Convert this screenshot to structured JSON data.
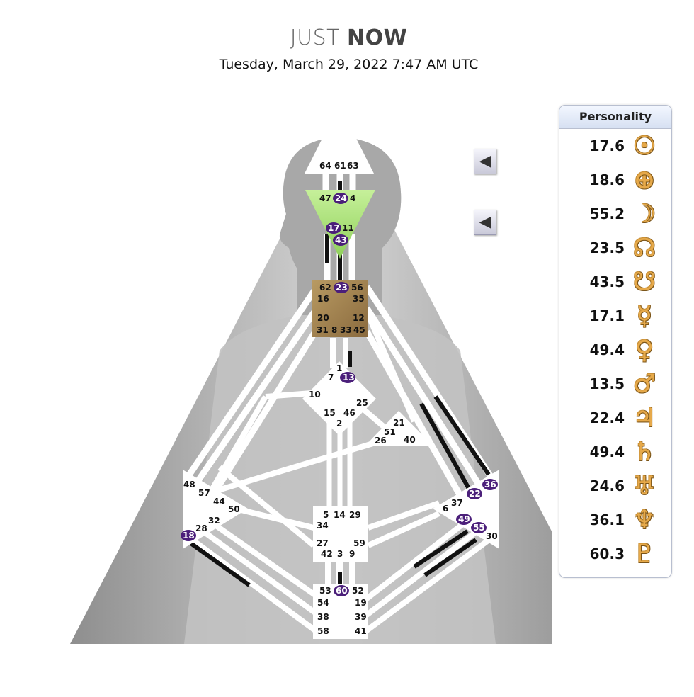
{
  "header": {
    "title_light": "JUST",
    "title_bold": "NOW",
    "datetime": "Tuesday, March 29, 2022 7:47 AM UTC"
  },
  "panel": {
    "title": "Personality",
    "rows": [
      {
        "value": "17.6",
        "planet": "Sun",
        "icon": "sun-icon",
        "glyph": "☉"
      },
      {
        "value": "18.6",
        "planet": "Earth",
        "icon": "earth-icon",
        "glyph": "⊕"
      },
      {
        "value": "55.2",
        "planet": "Moon",
        "icon": "moon-icon",
        "glyph": "☽"
      },
      {
        "value": "23.5",
        "planet": "North Node",
        "icon": "north-node-icon",
        "glyph": "☊"
      },
      {
        "value": "43.5",
        "planet": "South Node",
        "icon": "south-node-icon",
        "glyph": "☋"
      },
      {
        "value": "17.1",
        "planet": "Mercury",
        "icon": "mercury-icon",
        "glyph": "☿"
      },
      {
        "value": "49.4",
        "planet": "Venus",
        "icon": "venus-icon",
        "glyph": "♀"
      },
      {
        "value": "13.5",
        "planet": "Mars",
        "icon": "mars-icon",
        "glyph": "♂"
      },
      {
        "value": "22.4",
        "planet": "Jupiter",
        "icon": "jupiter-icon",
        "glyph": "♃"
      },
      {
        "value": "49.4",
        "planet": "Saturn",
        "icon": "saturn-icon",
        "glyph": "♄"
      },
      {
        "value": "24.6",
        "planet": "Uranus",
        "icon": "uranus-icon",
        "glyph": "♅"
      },
      {
        "value": "36.1",
        "planet": "Neptune",
        "icon": "neptune-icon",
        "glyph": "♆"
      },
      {
        "value": "60.3",
        "planet": "Pluto",
        "icon": "pluto-icon",
        "glyph": "♇"
      }
    ]
  },
  "buttons": [
    {
      "icon": "left-arrow-icon",
      "glyph": "◀"
    },
    {
      "icon": "left-arrow-icon",
      "glyph": "◀"
    }
  ],
  "colors": {
    "active_gate": "#4b1f7a",
    "ajna": "#a6e07a",
    "g_center": "#9c7a4a",
    "channel_active": "#111111",
    "center_white": "#ffffff"
  },
  "gates": {
    "head": [
      "64",
      "61",
      "63"
    ],
    "ajna": [
      "47",
      "24",
      "4",
      "17",
      "11",
      "43"
    ],
    "throat": [
      "62",
      "23",
      "56",
      "16",
      "35",
      "20",
      "12",
      "31",
      "8",
      "33",
      "45"
    ],
    "g": [
      "1",
      "7",
      "13",
      "10",
      "25",
      "15",
      "46",
      "2"
    ],
    "heart": [
      "21",
      "51",
      "26",
      "40"
    ],
    "spleen": [
      "48",
      "57",
      "44",
      "50",
      "32",
      "28",
      "18"
    ],
    "sacral": [
      "5",
      "14",
      "29",
      "34",
      "27",
      "59",
      "42",
      "3",
      "9"
    ],
    "solar": [
      "36",
      "22",
      "37",
      "6",
      "49",
      "55",
      "30"
    ],
    "root": [
      "53",
      "60",
      "52",
      "54",
      "19",
      "38",
      "39",
      "58",
      "41"
    ],
    "activated": [
      "24",
      "17",
      "43",
      "23",
      "13",
      "18",
      "60",
      "36",
      "22",
      "49",
      "55"
    ]
  }
}
